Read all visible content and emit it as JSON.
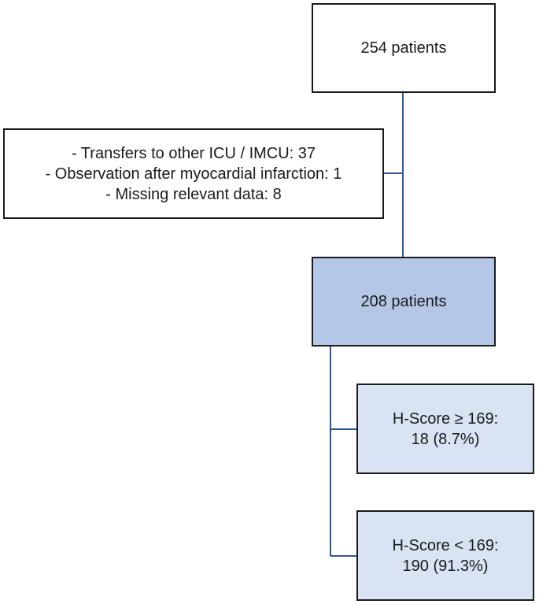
{
  "flowchart": {
    "total": {
      "label": "254 patients"
    },
    "exclusions": {
      "items": [
        "- Transfers to other ICU / IMCU: 37",
        "- Observation after myocardial infarction: 1",
        "- Missing relevant data: 8"
      ]
    },
    "included": {
      "label": "208 patients"
    },
    "groups": [
      {
        "line1": "H-Score ≥ 169:",
        "line2": "18 (8.7%)"
      },
      {
        "line1": "H-Score < 169:",
        "line2": "190 (91.3%)"
      }
    ]
  },
  "colors": {
    "connector": "#2f5597",
    "border": "#1a1a1a",
    "included_fill": "#b4c7e7",
    "group_fill": "#dae3f3"
  }
}
